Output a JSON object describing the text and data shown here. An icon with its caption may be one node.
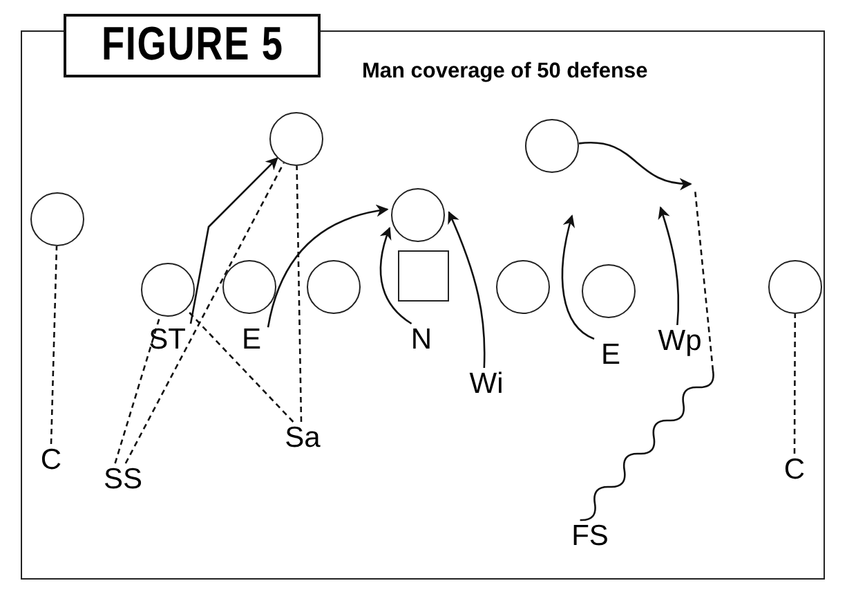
{
  "diagram": {
    "title": "FIGURE 5",
    "caption": "Man coverage of 50 defense",
    "nodes": [
      {
        "text": [],
        "shape": "circle"
      },
      {
        "text": [],
        "shape": "circle"
      },
      {
        "text": [],
        "shape": "circle"
      },
      {
        "text": [],
        "shape": "circle"
      },
      {
        "text": [],
        "shape": "circle"
      },
      {
        "text": [],
        "shape": "circle"
      },
      {
        "text": [],
        "shape": "circle"
      },
      {
        "text": [],
        "shape": "box"
      },
      {
        "text": [],
        "shape": "circle"
      },
      {
        "text": [],
        "shape": "circle"
      },
      {
        "text": [],
        "shape": "circle"
      },
      {
        "text": [
          "ST"
        ]
      },
      {
        "text": [
          "E"
        ]
      },
      {
        "text": [
          "N"
        ]
      },
      {
        "text": [
          "E"
        ]
      },
      {
        "text": [
          "Wp"
        ]
      },
      {
        "text": [
          "Wi"
        ]
      },
      {
        "text": [
          "Sa"
        ]
      },
      {
        "text": [
          "C"
        ]
      },
      {
        "text": [
          "C"
        ]
      },
      {
        "text": [
          "SS"
        ]
      },
      {
        "text": [
          "FS"
        ]
      }
    ],
    "edges": [
      {
        "from": 18,
        "to": 2,
        "arrow": "none",
        "style": "dashed"
      },
      {
        "from": 20,
        "to": 4,
        "arrow": "none",
        "style": "dashed"
      },
      {
        "from": 20,
        "to": 0,
        "arrow": "none",
        "style": "dashed"
      },
      {
        "from": 17,
        "to": 0,
        "arrow": "none",
        "style": "dashed"
      },
      {
        "from": 17,
        "to": 4,
        "arrow": "none",
        "style": "dashed"
      },
      {
        "from": 11,
        "to": 0,
        "arrow": "to"
      },
      {
        "from": 12,
        "to": 3,
        "arrow": "to"
      },
      {
        "from": 13,
        "to": 3,
        "arrow": "to"
      },
      {
        "from": 16,
        "to": 3,
        "arrow": "to"
      },
      {
        "from": 14,
        "to": null,
        "arrow": "to"
      },
      {
        "from": 15,
        "to": null,
        "arrow": "to"
      },
      {
        "from": 1,
        "to": null,
        "arrow": "to"
      },
      {
        "from": 21,
        "to": null,
        "arrow": "none"
      },
      {
        "from": 19,
        "to": 10,
        "arrow": "none",
        "style": "dashed"
      }
    ]
  }
}
